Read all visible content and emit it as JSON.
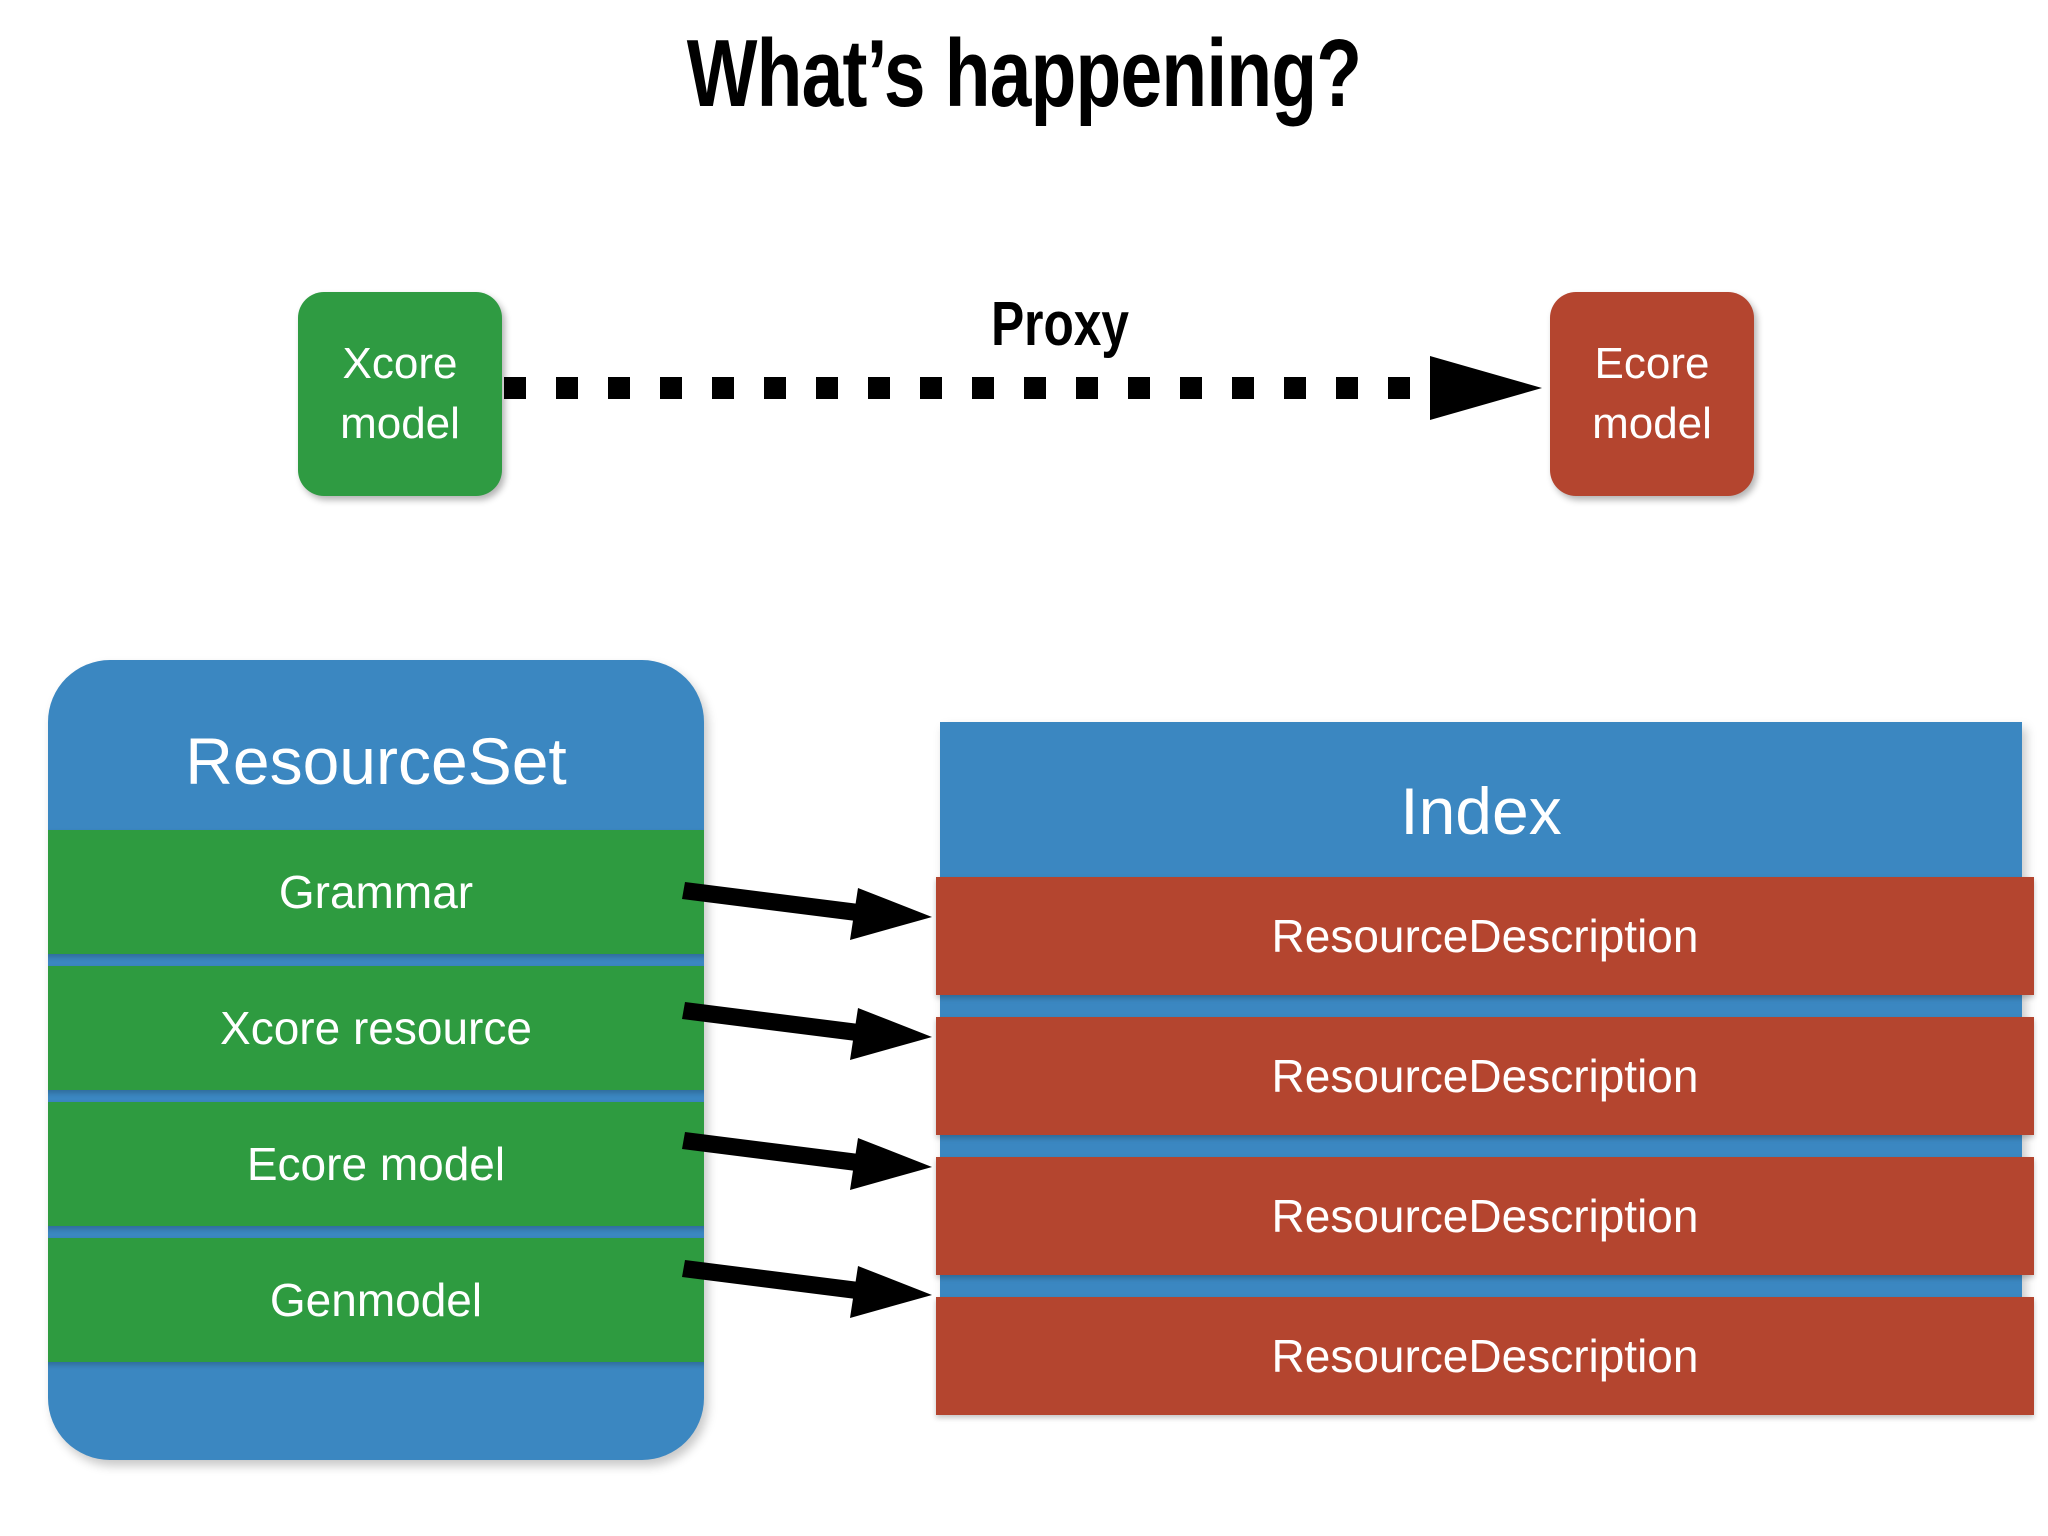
{
  "title": "What’s happening?",
  "top_row": {
    "source_box": {
      "label": "Xcore\nmodel",
      "color": "#2f9b42"
    },
    "relation_label": "Proxy",
    "target_box": {
      "label": "Ecore\nmodel",
      "color": "#b4452f"
    },
    "arrow": {
      "style": "dotted",
      "direction": "right",
      "color": "#000000"
    }
  },
  "resourceset": {
    "title": "ResourceSet",
    "color": "#3b87c1",
    "row_color": "#2e9b40",
    "rows": [
      {
        "label": "Grammar"
      },
      {
        "label": "Xcore resource"
      },
      {
        "label": "Ecore model"
      },
      {
        "label": "Genmodel"
      }
    ]
  },
  "index": {
    "title": "Index",
    "color": "#3b87c1",
    "row_color": "#b4452f",
    "rows": [
      {
        "label": "ResourceDescription"
      },
      {
        "label": "ResourceDescription"
      },
      {
        "label": "ResourceDescription"
      },
      {
        "label": "ResourceDescription"
      }
    ]
  },
  "link_arrows": {
    "count": 4,
    "color": "#000000",
    "direction": "right",
    "from": "resourceset",
    "to": "index"
  }
}
